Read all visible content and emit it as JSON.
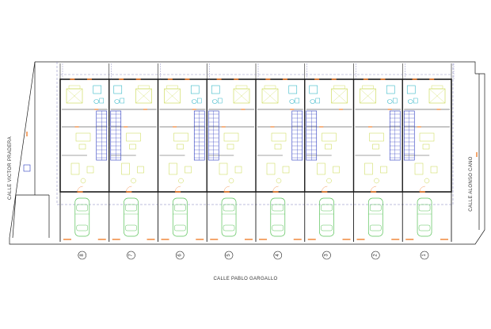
{
  "streets": {
    "south": "CALLE PABLO GARGALLO",
    "west": "CALLE VICTOR PRADERA",
    "east": "CALLE ALONSO CANO"
  },
  "unit_numbers": [
    "8",
    "7",
    "6",
    "5",
    "4",
    "3",
    "2",
    "1"
  ],
  "colors": {
    "wall": "#1a1a1a",
    "furniture": "#c8d84a",
    "door": "#f08030",
    "stairs": "#2a3ac0",
    "car": "#58c258",
    "bath": "#38b8c8",
    "dashed": "#7a7ab8"
  }
}
